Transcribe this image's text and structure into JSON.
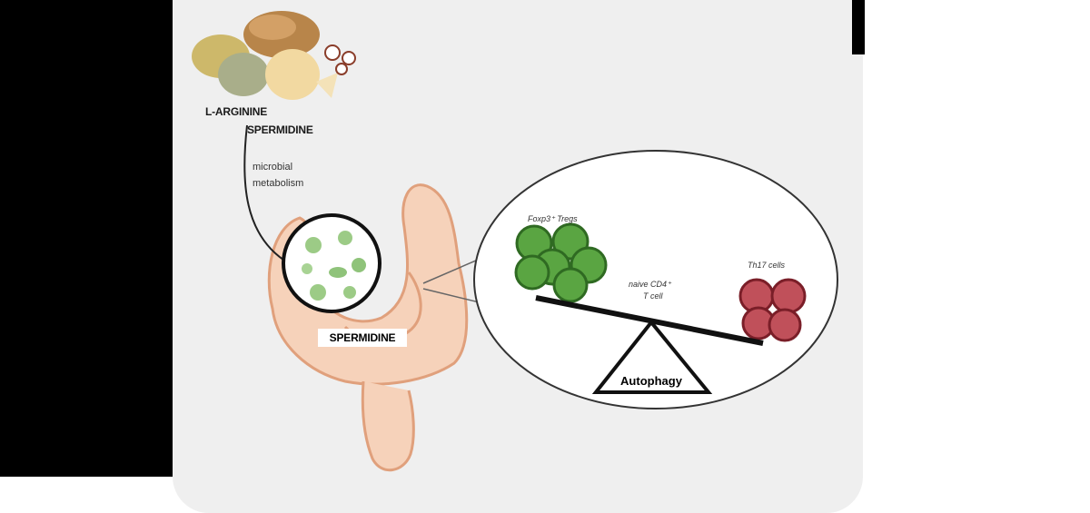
{
  "labels": {
    "l_arginine": "L-ARGININE",
    "spermidine_top": "SPERMIDINE",
    "microbial_line1": "microbial",
    "microbial_line2": "metabolism",
    "spermidine_gut": "SPERMIDINE",
    "tregs": "Foxp3⁺ Tregs",
    "naive_line1": "naive CD4⁺",
    "naive_line2": "T cell",
    "th17": "Th17 cells",
    "autophagy": "Autophagy"
  },
  "colors": {
    "panel_bg": "#efefef",
    "gut": "#f3c9ad",
    "gut_outline": "#e3a682",
    "treg_green": "#4f9b3a",
    "th17_red": "#b03a45",
    "microbe_green": "#8fc37a"
  }
}
